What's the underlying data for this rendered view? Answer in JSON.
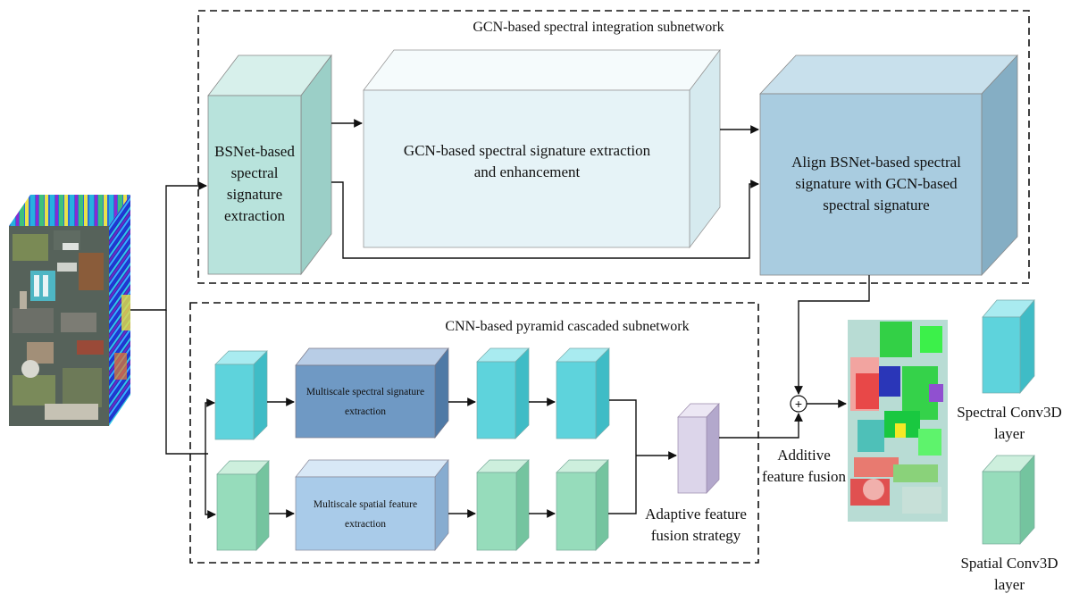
{
  "subnetworks": {
    "gcn_title": "GCN-based spectral integration subnetwork",
    "cnn_title": "CNN-based pyramid cascaded subnetwork"
  },
  "gcn_blocks": {
    "bsnet_extraction": "BSNet-based spectral signature extraction",
    "gcn_extraction": "GCN-based spectral signature extraction and enhancement",
    "align": "Align BSNet-based spectral signature with GCN-based spectral signature"
  },
  "cnn_blocks": {
    "multiscale_spectral": "Multiscale spectral signature extraction",
    "multiscale_spatial": "Multiscale spatial feature extraction",
    "adaptive_fusion": "Adaptive feature fusion strategy",
    "additive_fusion": "Additive feature fusion",
    "fusion_symbol": "+"
  },
  "legend": {
    "spectral_layer": "Spectral Conv3D layer",
    "spatial_layer": "Spatial Conv3D layer"
  },
  "colors": {
    "light_teal": "#b8e3dc",
    "pale_blue": "#e6f3f7",
    "steel_blue": "#a9cce0",
    "cyan": "#5ed3dc",
    "mint": "#96dcbb",
    "dark_blue": "#6f99c4",
    "light_blue": "#a9cbe9",
    "lavender": "#dcd5ea"
  }
}
